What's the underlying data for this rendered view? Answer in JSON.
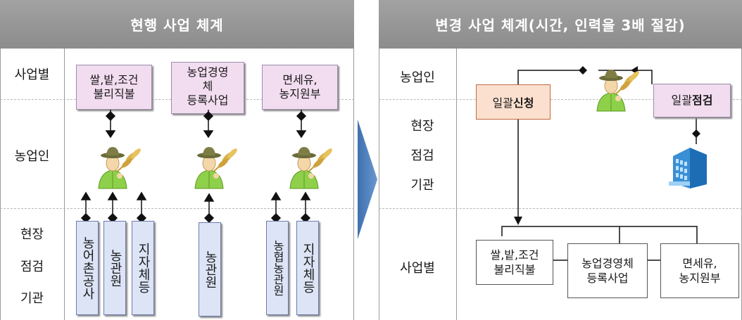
{
  "left": {
    "header": "현행 사업 체계",
    "rows": {
      "row1": "사업별",
      "row2": "농업인",
      "row3_l1": "현장",
      "row3_l2": "점검",
      "row3_l3": "기관"
    },
    "programs": [
      {
        "line1": "쌀,밭,조건",
        "line2": "불리직불"
      },
      {
        "line1": "농업경영",
        "line2": "체",
        "line3": "등록사업"
      },
      {
        "line1": "면세유,",
        "line2": "농지원부"
      }
    ],
    "agencies": [
      "농어촌공사",
      "농관원",
      "지자체등",
      "농관원",
      "농협농관원",
      "지자체등"
    ]
  },
  "right": {
    "header": "변경 사업 체계(시간, 인력을 3배 절감)",
    "rows": {
      "row1": "농업인",
      "row2_l1": "현장",
      "row2_l2": "점검",
      "row2_l3": "기관",
      "row3": "사업별"
    },
    "apply": {
      "prefix": "일괄",
      "bold": "신청"
    },
    "inspect": {
      "prefix": "일괄",
      "bold": "점검"
    },
    "programs": [
      {
        "line1": "쌀,밭,조건",
        "line2": "불리직불"
      },
      {
        "line1": "농업경영체",
        "line2": "등록사업"
      },
      {
        "line1": "면세유,",
        "line2": "농지원부"
      }
    ]
  },
  "icons": {
    "farmer": "farmer-with-wheat-icon",
    "building": "office-building-icon",
    "transition": "right-arrow-chevron-icon"
  },
  "colors": {
    "header_bg": "#999999",
    "program_box": "#f2dcf0",
    "agency_box": "#dce4f6",
    "apply_box": "#fbe0cf",
    "chevron": "#4f81bd"
  }
}
